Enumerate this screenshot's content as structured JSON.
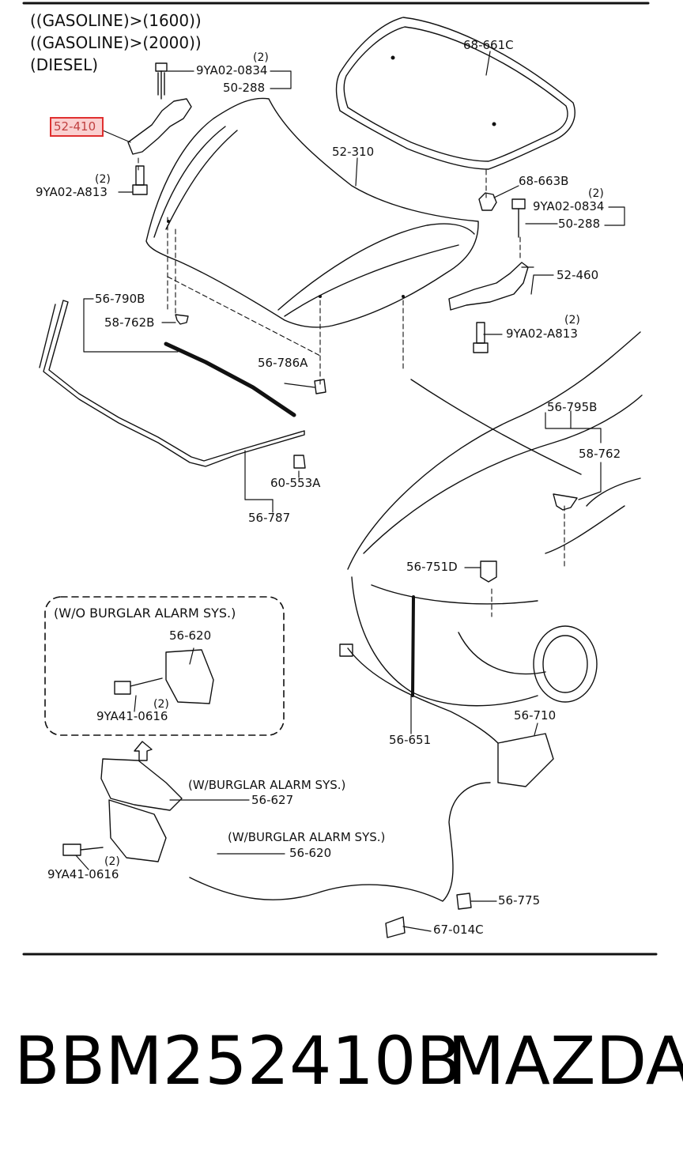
{
  "header": {
    "line1": "((GASOLINE)>(1600))",
    "line2": "((GASOLINE)>(2000))",
    "line3": "(DIESEL)"
  },
  "callouts": {
    "c68_661C": "68-661C",
    "c9YA02_0834_a": "9YA02-0834",
    "q2_a": "(2)",
    "c50_288_a": "50-288",
    "c52_410": "52-410",
    "c52_310": "52-310",
    "c9YA02_A813_a": "9YA02-A813",
    "q2_b": "(2)",
    "c68_663B": "68-663B",
    "c9YA02_0834_b": "9YA02-0834",
    "q2_c": "(2)",
    "c50_288_b": "50-288",
    "c52_460": "52-460",
    "c56_790B": "56-790B",
    "c58_762B": "58-762B",
    "c9YA02_A813_b": "9YA02-A813",
    "q2_d": "(2)",
    "c56_786A": "56-786A",
    "c56_795B": "56-795B",
    "c58_762": "58-762",
    "c60_553A": "60-553A",
    "c56_787": "56-787",
    "c56_751D": "56-751D",
    "wo_burglar": "(W/O BURGLAR ALARM SYS.)",
    "c56_620_a": "56-620",
    "c9YA41_0616_a": "9YA41-0616",
    "q2_e": "(2)",
    "c56_710": "56-710",
    "c56_651": "56-651",
    "w_burglar_a": "(W/BURGLAR ALARM SYS.)",
    "c56_627": "56-627",
    "w_burglar_b": "(W/BURGLAR ALARM SYS.)",
    "c56_620_b": "56-620",
    "c9YA41_0616_b": "9YA41-0616",
    "q2_f": "(2)",
    "c56_775": "56-775",
    "c67_014C": "67-014C"
  },
  "caption": {
    "part_number": "BBM252410B",
    "brand": "MAZDA"
  },
  "colors": {
    "highlight_border": "#e03030",
    "highlight_fill": "#f07878",
    "line": "#111111"
  }
}
